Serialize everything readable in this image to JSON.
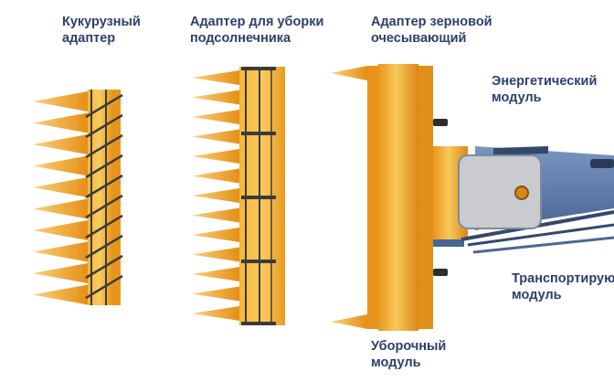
{
  "labels": {
    "corn_adapter": [
      "Кукурузный",
      "адаптер"
    ],
    "sunflower_adapter": [
      "Адаптер для уборки",
      "подсолнечника"
    ],
    "grain_adapter": [
      "Адаптер зерновой",
      "очесывающий"
    ],
    "energy_module": [
      "Энергетический",
      "модуль"
    ],
    "transport_module": [
      "Транспортирую",
      "модуль"
    ],
    "harvest_module": [
      "Уборочный",
      "модуль"
    ]
  },
  "colors": {
    "label_text": "#2c3f6b",
    "body_orange": "#f0a21e",
    "body_light": "#f7c553",
    "body_dark": "#d0801a",
    "divider": "#3b3b3b",
    "frame_blue": "#5a78a8",
    "frame_dark": "#34486e",
    "cab_grey": "#c9cbce"
  },
  "icons": {
    "corn_adapter": "corn-header-icon",
    "sunflower_adapter": "sunflower-header-icon",
    "grain_adapter": "stripper-header-icon",
    "energy_module": "power-unit-icon"
  }
}
